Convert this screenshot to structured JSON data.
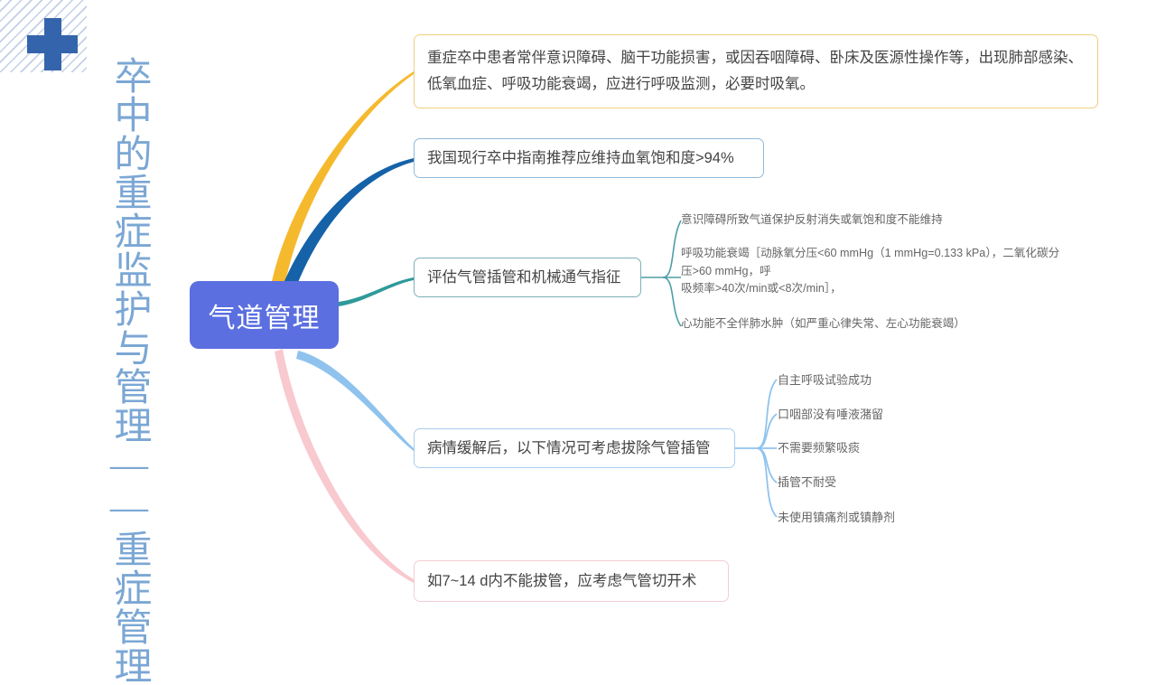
{
  "decoration": {
    "cross_icon": "medical-cross-icon",
    "hatch_pattern": "diagonal-stripes",
    "cross_color": "#3465ac",
    "hatch_color": "#c3cfe6"
  },
  "title": {
    "vertical_text": "卒中的重症监护与管理——重症管理",
    "color": "#7ba7d4"
  },
  "root": {
    "label": "气道管理",
    "bg_color": "#5b6fe0",
    "text_color": "#ffffff"
  },
  "branches": [
    {
      "id": "topic-1",
      "label": "重症卒中患者常伴意识障碍、脑干功能损害，或因吞咽障碍、卧床及医源性操作等，出现肺部感染、低氧血症、呼吸功能衰竭，应进行呼吸监测，必要时吸氧。",
      "border_color": "#f0d080",
      "connector_color": "#f5b92e",
      "children": []
    },
    {
      "id": "topic-2",
      "label": "我国现行卒中指南推荐应维持血氧饱和度>94%",
      "border_color": "#8fb9d9",
      "connector_color": "#1562a8",
      "children": []
    },
    {
      "id": "topic-3",
      "label": "评估气管插管和机械通气指征",
      "border_color": "#7cb0b8",
      "connector_color": "#2f9a9a",
      "children": [
        "意识障碍所致气道保护反射消失或氧饱和度不能维持",
        "呼吸功能衰竭［动脉氧分压<60 mmHg（1 mmHg=0.133 kPa），二氧化碳分\n压>60 mmHg，呼\n吸频率>40次/min或<8次/min］，",
        "心功能不全伴肺水肿（如严重心律失常、左心功能衰竭）"
      ]
    },
    {
      "id": "topic-4",
      "label": "病情缓解后，以下情况可考虑拔除气管插管",
      "border_color": "#a8cdee",
      "connector_color": "#8fc3ee",
      "children": [
        "自主呼吸试验成功",
        "口咽部没有唾液潴留",
        "不需要频繁吸痰",
        "插管不耐受",
        "未使用镇痛剂或镇静剂"
      ]
    },
    {
      "id": "topic-5",
      "label": "如7~14 d内不能拔管，应考虑气管切开术",
      "border_color": "#f3cdd3",
      "connector_color": "#f8c9cf",
      "children": []
    }
  ]
}
